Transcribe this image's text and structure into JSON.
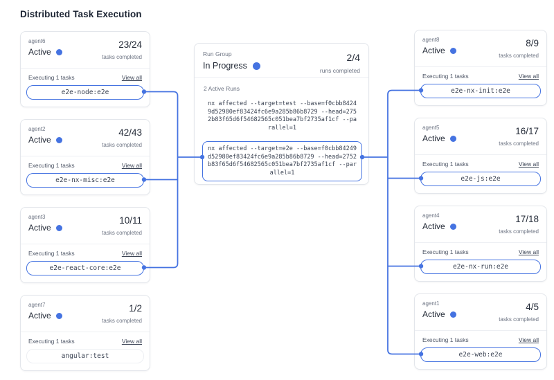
{
  "page_title": "Distributed Task Execution",
  "colors": {
    "accent": "#4573e1",
    "card_border": "#e3e6eb"
  },
  "agents_left": [
    {
      "name": "agent6",
      "status": "Active",
      "completed": "23/24",
      "completed_label": "tasks completed",
      "executing_label": "Executing 1 tasks",
      "view_all": "View all",
      "task": "e2e-node:e2e",
      "connected": true
    },
    {
      "name": "agent2",
      "status": "Active",
      "completed": "42/43",
      "completed_label": "tasks completed",
      "executing_label": "Executing 1 tasks",
      "view_all": "View all",
      "task": "e2e-nx-misc:e2e",
      "connected": true
    },
    {
      "name": "agent3",
      "status": "Active",
      "completed": "10/11",
      "completed_label": "tasks completed",
      "executing_label": "Executing 1 tasks",
      "view_all": "View all",
      "task": "e2e-react-core:e2e",
      "connected": true
    },
    {
      "name": "agent7",
      "status": "Active",
      "completed": "1/2",
      "completed_label": "tasks completed",
      "executing_label": "Executing 1 tasks",
      "view_all": "View all",
      "task": "angular:test",
      "connected": false
    }
  ],
  "agents_right": [
    {
      "name": "agent8",
      "status": "Active",
      "completed": "8/9",
      "completed_label": "tasks completed",
      "executing_label": "Executing 1 tasks",
      "view_all": "View all",
      "task": "e2e-nx-init:e2e",
      "connected": true
    },
    {
      "name": "agent5",
      "status": "Active",
      "completed": "16/17",
      "completed_label": "tasks completed",
      "executing_label": "Executing 1 tasks",
      "view_all": "View all",
      "task": "e2e-js:e2e",
      "connected": true
    },
    {
      "name": "agent4",
      "status": "Active",
      "completed": "17/18",
      "completed_label": "tasks completed",
      "executing_label": "Executing 1 tasks",
      "view_all": "View all",
      "task": "e2e-nx-run:e2e",
      "connected": true
    },
    {
      "name": "agent1",
      "status": "Active",
      "completed": "4/5",
      "completed_label": "tasks completed",
      "executing_label": "Executing 1 tasks",
      "view_all": "View all",
      "task": "e2e-web:e2e",
      "connected": true
    }
  ],
  "run_group": {
    "label": "Run Group",
    "status": "In Progress",
    "completed": "2/4",
    "completed_label": "runs completed",
    "active_runs_label": "2 Active Runs",
    "commands": [
      {
        "text": "nx affected --target=test --base=f0cbb84249d52980ef83424fc6e9a285b86b8729 --head=2752b83f65d6f54682565c051bea7bf2735af1cf --parallel=1",
        "highlighted": false
      },
      {
        "text": "nx affected --target=e2e --base=f0cbb84249d52980ef83424fc6e9a285b86b8729 --head=2752b83f65d6f54682565c051bea7bf2735af1cf --parallel=1",
        "highlighted": true
      }
    ]
  }
}
